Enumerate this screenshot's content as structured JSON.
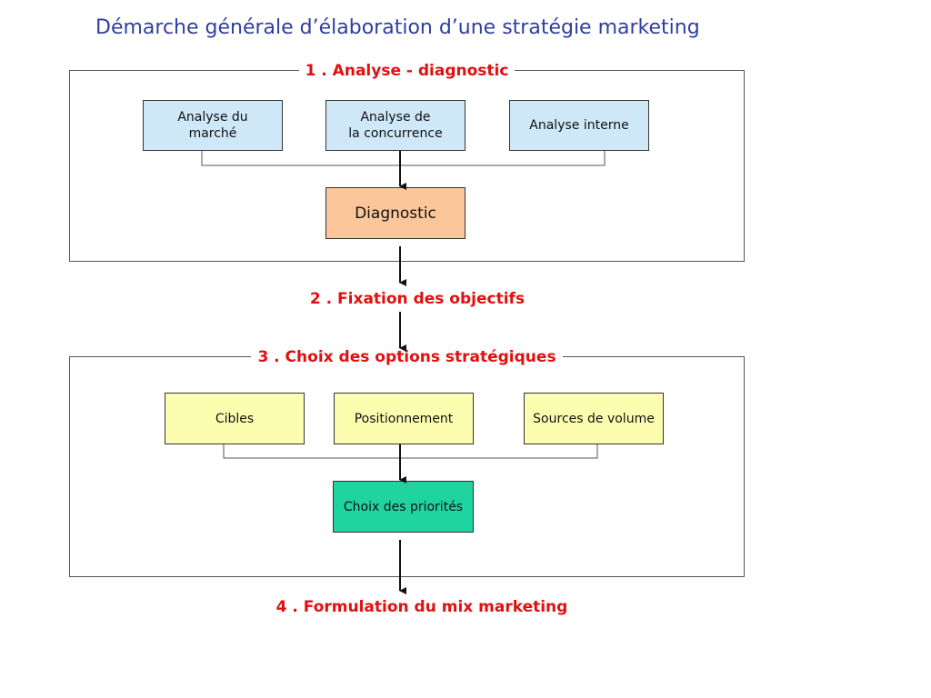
{
  "title": "Démarche générale d’élaboration d’une stratégie marketing",
  "sections": {
    "s1": "1 . Analyse - diagnostic",
    "s2": "2 . Fixation des objectifs",
    "s3": "3 . Choix des options stratégiques",
    "s4": "4 . Formulation du mix marketing"
  },
  "analysis_boxes": {
    "market": [
      "Analyse du",
      "marché"
    ],
    "competition": [
      "Analyse de",
      "la concurrence"
    ],
    "internal": "Analyse interne"
  },
  "diagnostic": "Diagnostic",
  "option_boxes": {
    "targets": "Cibles",
    "positioning": "Positionnement",
    "volume_sources": "Sources de volume"
  },
  "priorities": "Choix des priorités",
  "colors": {
    "title": "#2f3f9f",
    "section": "#e01010",
    "analysis_fill": "#cfe8f8",
    "diagnostic_fill": "#fbc79a",
    "option_fill": "#fdfdb0",
    "priorities_fill": "#20d4a0"
  }
}
